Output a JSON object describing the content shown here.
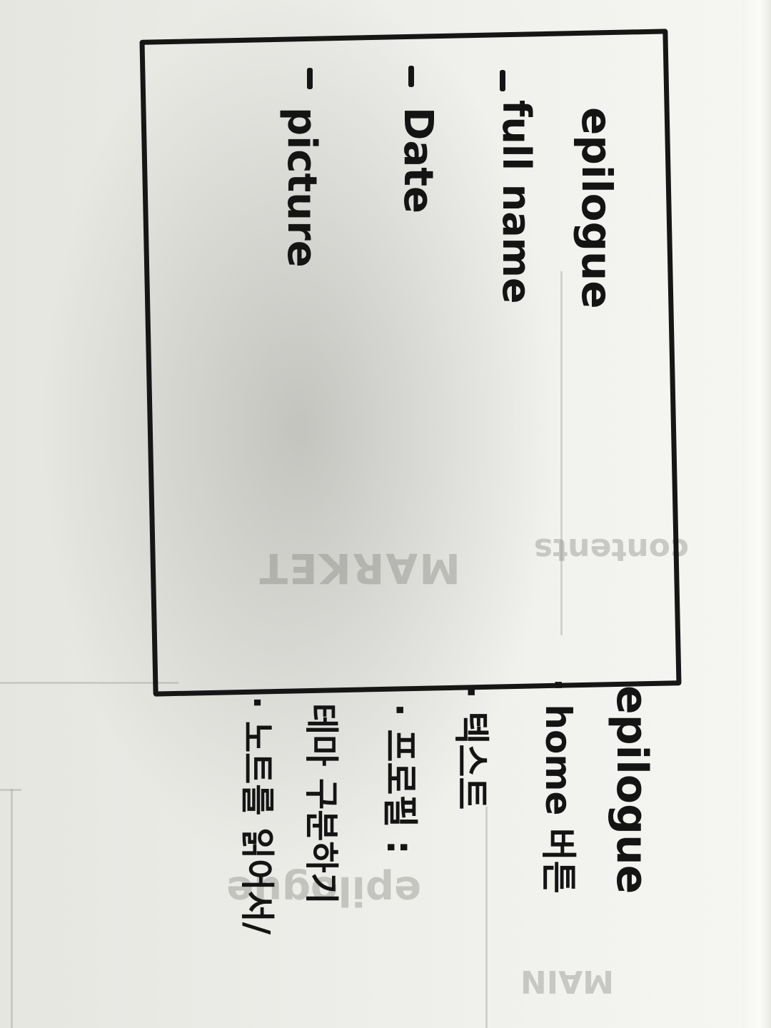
{
  "photo": {
    "description_free": true
  },
  "box_labels": {
    "epilogue": "epilogue",
    "full_name": "full name",
    "date": "Date",
    "picture": "picture"
  },
  "notes": {
    "heading": "epilogue",
    "line1": "· home 버튼",
    "line2": "· 텍스트",
    "line3": "· 프로필 :",
    "line4_a": "· 노트를 읽어서/",
    "line4_b": "테마 구분하기"
  },
  "ghost": {
    "market": "MARKET",
    "contents": "contents",
    "main": "MAIN",
    "logo": "epilogue"
  }
}
